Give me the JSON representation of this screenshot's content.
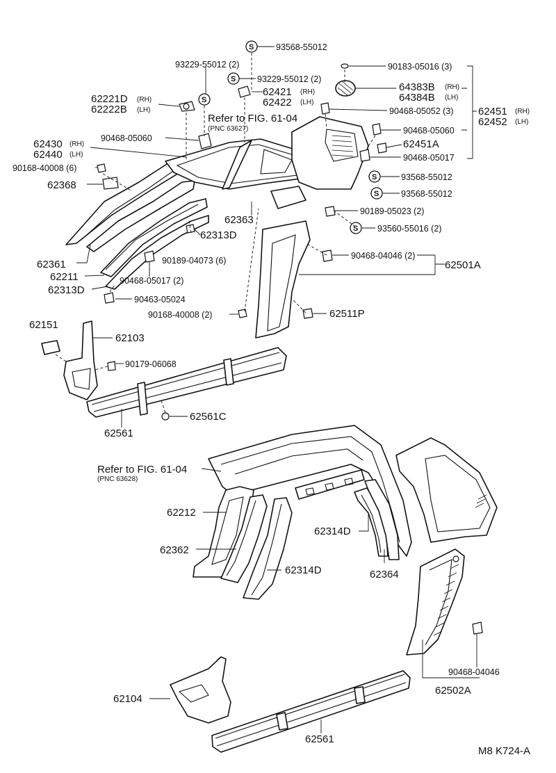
{
  "labels": {
    "l_93568_top": "93568-55012",
    "l_93229_a": "93229-55012 (2)",
    "l_93229_b": "93229-55012 (2)",
    "l_90183": "90183-05016 (3)",
    "l_62221D": "62221D",
    "l_62222B": "62222B",
    "l_62421": "62421",
    "l_62422": "62422",
    "l_64383B": "64383B",
    "l_64384B": "64384B",
    "l_90468_05052": "90468-05052 (3)",
    "l_62451": "62451",
    "l_62452": "62452",
    "l_ref1": "Refer to FIG. 61-04",
    "l_pnc1": "(PNC 63627)",
    "l_62430": "62430",
    "l_62440": "62440",
    "l_90468_05060a": "90468-05060",
    "l_90468_05060b": "90468-05060",
    "l_62451A": "62451A",
    "l_90168_a": "90168-40008 (6)",
    "l_90468_05017a": "90468-05017",
    "l_93568_b": "93568-55012",
    "l_62368": "62368",
    "l_93568_c": "93568-55012",
    "l_90189_05023": "90189-05023 (2)",
    "l_62363": "62363",
    "l_93560": "93560-55016 (2)",
    "l_62313D_a": "62313D",
    "l_62361": "62361",
    "l_90189_04073": "90189-04073 (6)",
    "l_90468_04046a": "90468-04046 (2)",
    "l_62501A": "62501A",
    "l_62211": "62211",
    "l_90468_05017b": "90468-05017 (2)",
    "l_62313D_b": "62313D",
    "l_90463": "90463-05024",
    "l_90168_b": "90168-40008 (2)",
    "l_62511P": "62511P",
    "l_62151": "62151",
    "l_62103": "62103",
    "l_90179": "90179-06068",
    "l_62561C": "62561C",
    "l_62561a": "62561",
    "l_ref2": "Refer to FIG. 61-04",
    "l_pnc2": "(PNC 63628)",
    "l_62212": "62212",
    "l_62314D_a": "62314D",
    "l_62362": "62362",
    "l_62314D_b": "62314D",
    "l_62364": "62364",
    "l_90468_04046b": "90468-04046",
    "l_62502A": "62502A",
    "l_62104": "62104",
    "l_62561b": "62561",
    "l_code": "M8  K724-A",
    "rh": "(RH)",
    "lh": "(LH)",
    "s": "S"
  }
}
